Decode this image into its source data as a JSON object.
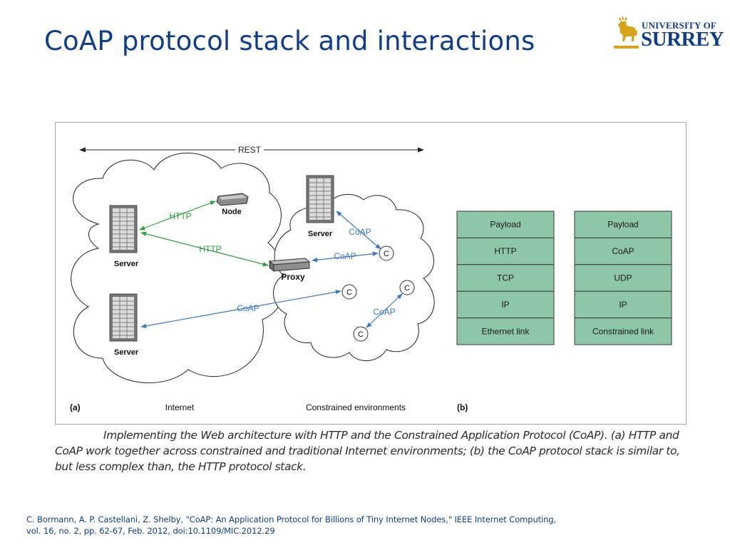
{
  "slide": {
    "title": "CoAP protocol stack and interactions"
  },
  "logo": {
    "line1": "UNIVERSITY OF",
    "line2": "SURREY"
  },
  "diagram": {
    "rest_label": "REST",
    "panel_a_label": "(a)",
    "panel_b_label": "(b)",
    "region_internet": "Internet",
    "region_constrained": "Constrained environments",
    "server_label": "Server",
    "node_label": "Node",
    "proxy_label": "Proxy",
    "client_label": "C",
    "protocol_http": "HTTP",
    "protocol_coap": "CoAP",
    "http_stack": [
      "Payload",
      "HTTP",
      "TCP",
      "IP",
      "Ethernet link"
    ],
    "coap_stack": [
      "Payload",
      "CoAP",
      "UDP",
      "IP",
      "Constrained link"
    ],
    "colors": {
      "http_arrow": "#2e9e3e",
      "coap_arrow": "#3a78c0",
      "stack_fill": "#8dc7a8",
      "title": "#0f3d8a"
    }
  },
  "caption": "Implementing the Web architecture with HTTP and the Constrained Application Protocol (CoAP). (a) HTTP and CoAP work together across constrained and traditional Internet environments; (b) the CoAP protocol stack is similar to, but less complex than, the HTTP protocol stack.",
  "reference": {
    "line1": "C. Bormann, A. P. Castellani, Z. Shelby, \"CoAP: An Application Protocol for Billions of Tiny Internet Nodes,\" IEEE Internet Computing,",
    "line2": "vol. 16, no. 2, pp. 62-67, Feb. 2012, doi:10.1109/MIC.2012.29"
  }
}
